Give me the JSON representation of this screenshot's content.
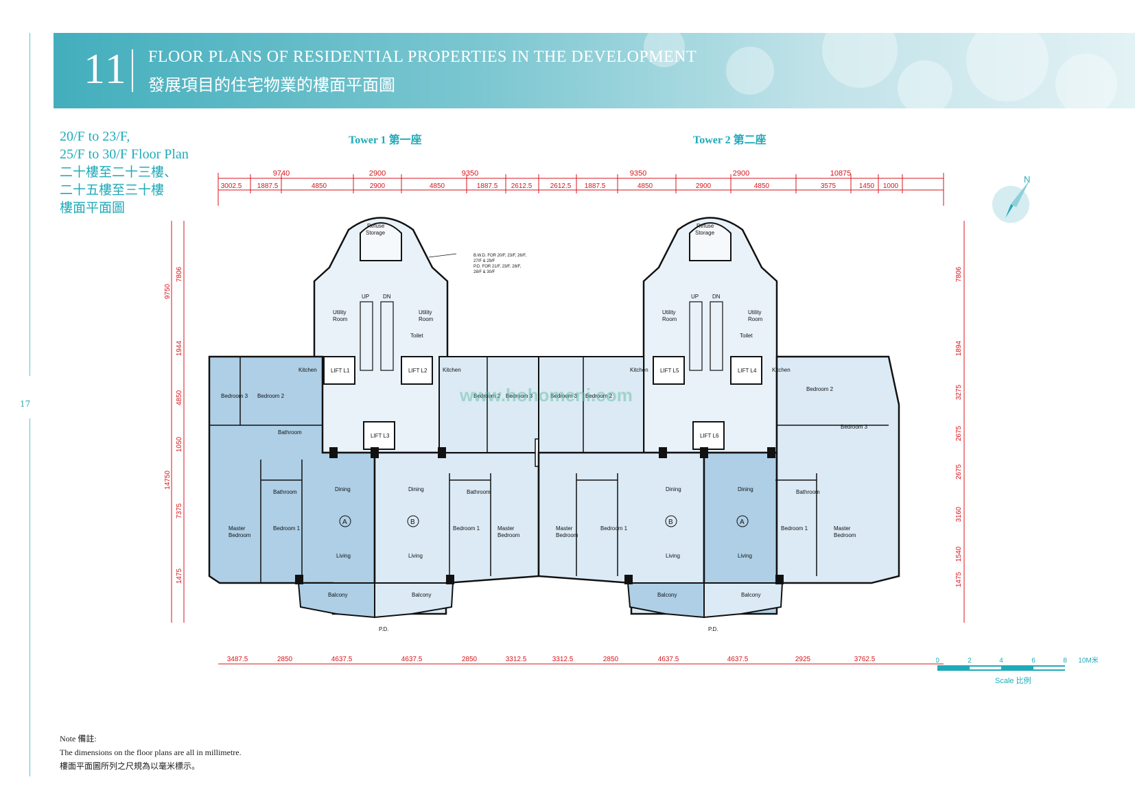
{
  "page": {
    "number": "17"
  },
  "header": {
    "section_number": "11",
    "title_en": "FLOOR PLANS OF RESIDENTIAL PROPERTIES IN THE DEVELOPMENT",
    "title_zh": "發展項目的住宅物業的樓面平面圖"
  },
  "floor_label": {
    "en_line1": "20/F to 23/F,",
    "en_line2": "25/F to 30/F Floor Plan",
    "zh_line1": "二十樓至二十三樓、",
    "zh_line2": "二十五樓至三十樓",
    "zh_line3": "樓面平面圖"
  },
  "towers": {
    "tower1": "Tower 1  第一座",
    "tower2": "Tower 2  第二座"
  },
  "dimensions": {
    "top_major": [
      "9740",
      "2900",
      "9350",
      "9350",
      "2900",
      "10875"
    ],
    "top_minor": [
      "3002.5",
      "1887.5",
      "4850",
      "2900",
      "4850",
      "1887.5",
      "2612.5",
      "2612.5",
      "1887.5",
      "4850",
      "2900",
      "4850",
      "3575",
      "1450",
      "1000"
    ],
    "bottom": [
      "3487.5",
      "2850",
      "4637.5",
      "4637.5",
      "2850",
      "3312.5",
      "3312.5",
      "2850",
      "4637.5",
      "4637.5",
      "2925",
      "3762.5"
    ],
    "left_outer": [
      "9750",
      "14750"
    ],
    "left_inner": [
      "7806",
      "1944",
      "4850",
      "1050",
      "7375",
      "1475"
    ],
    "right": [
      "7806",
      "1894",
      "3275",
      "2675",
      "2675",
      "3160",
      "1540",
      "1475"
    ]
  },
  "rooms": {
    "bedroom1": "Bedroom 1",
    "bedroom2": "Bedroom 2",
    "bedroom3": "Bedroom 3",
    "master": "Master",
    "bedroom": "Bedroom",
    "dining": "Dining",
    "living": "Living",
    "balcony": "Balcony",
    "kitchen": "Kitchen",
    "utility": "Utility",
    "room": "Room",
    "bathroom": "Bathroom",
    "refuse": "Refuse",
    "storage": "Storage",
    "toilet": "Toilet",
    "up": "UP",
    "dn": "DN",
    "pd": "P.D."
  },
  "flats": {
    "a": "A",
    "b": "B"
  },
  "lifts": [
    "LIFT L1",
    "LIFT L2",
    "LIFT L3",
    "LIFT L4",
    "LIFT L5",
    "LIFT L6"
  ],
  "annotation": {
    "line1": "B.W.D. FOR 20/F, 23/F, 26/F,",
    "line2": "27/F & 29/F",
    "line3": "P.D. FOR 21/F, 23/F, 28/F,",
    "line4": "28/F & 30/F"
  },
  "watermark": "www.hohomeni.com",
  "compass": {
    "label": "N"
  },
  "scale": {
    "ticks": [
      "0",
      "2",
      "4",
      "6",
      "8",
      "10M米"
    ],
    "label": "Scale 比例"
  },
  "note": {
    "title": "Note 備註:",
    "line_en": "The dimensions on the floor plans are all in millimetre.",
    "line_zh": "樓面平面圖所列之尺規為以毫米標示。"
  },
  "colors": {
    "accent": "#1faab9",
    "dimension_red": "#d8131a",
    "flat_blue": "#aecfe6",
    "flat_pale": "#dbeaf5"
  }
}
